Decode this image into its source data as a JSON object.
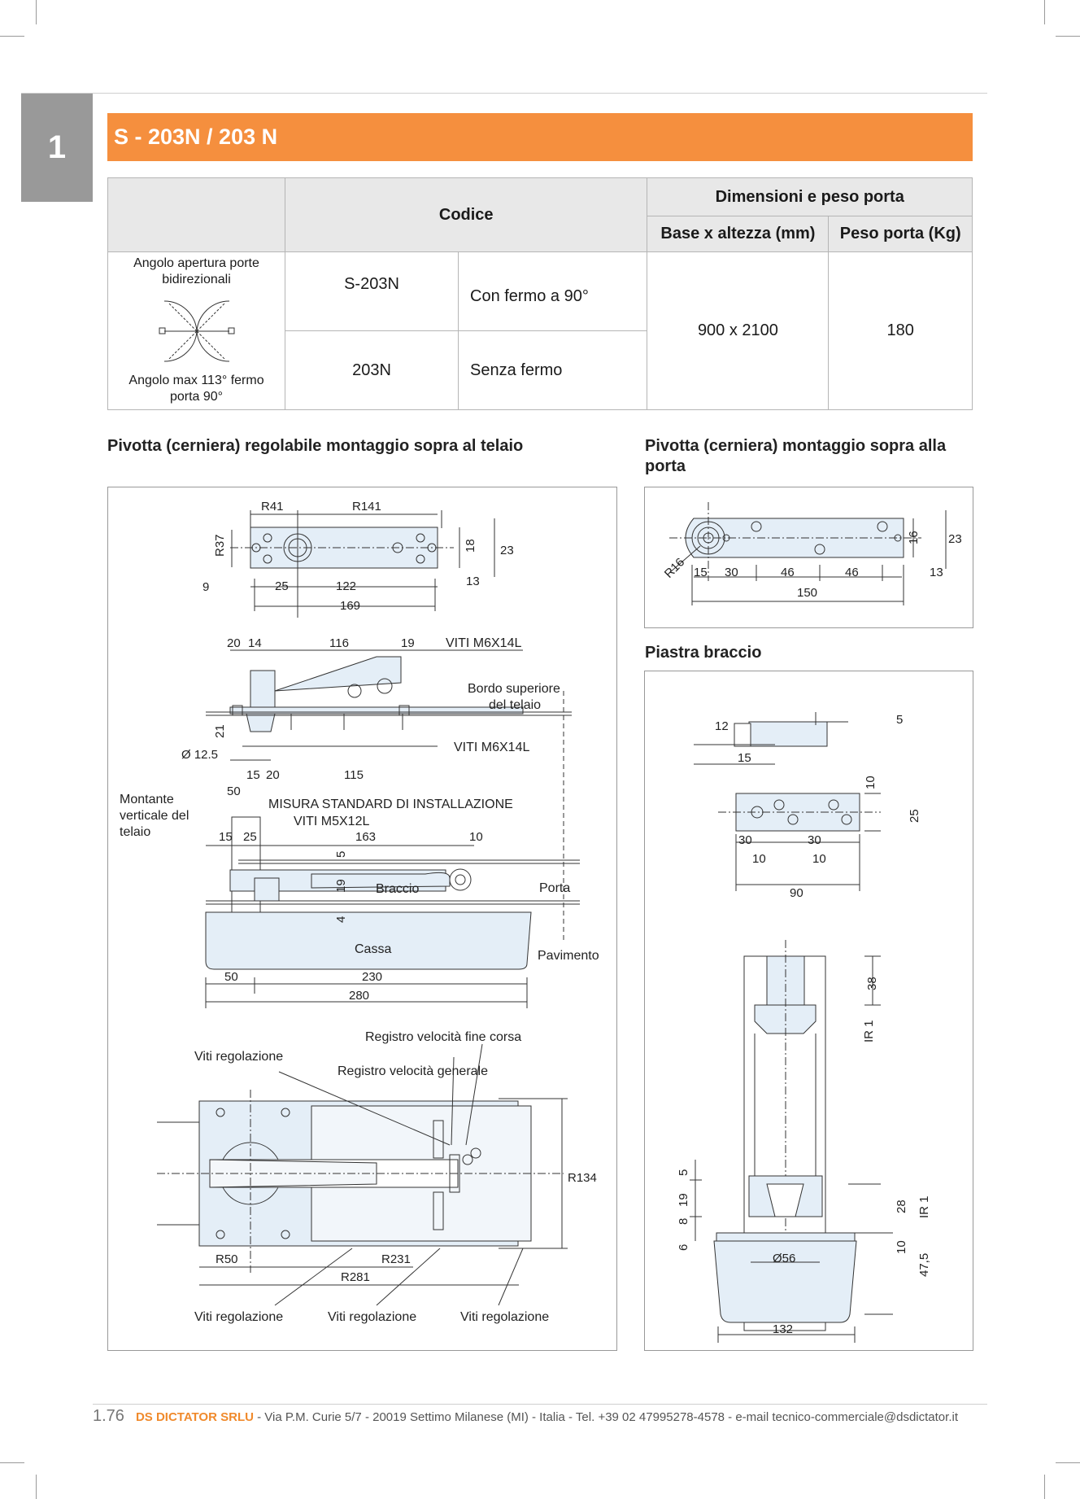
{
  "chapter": "1",
  "title": "S - 203N / 203 N",
  "table": {
    "codice_header": "Codice",
    "dimensions_header": "Dimensioni e peso porta",
    "size_header": "Base x altezza (mm)",
    "weight_header": "Peso porta (Kg)",
    "angle_top": "Angolo apertura porte bidirezionali",
    "angle_bottom": "Angolo max 113° fermo porta 90°",
    "rows": [
      {
        "code": "S-203N",
        "description": "Con fermo a 90°"
      },
      {
        "code": "203N",
        "description": "Senza fermo"
      }
    ],
    "size_value": "900 x 2100",
    "weight_value": "180"
  },
  "sections": {
    "left": "Pivotta (cerniera) regolabile montaggio sopra al telaio",
    "right_top": "Pivotta (cerniera) montaggio sopra alla porta",
    "right_bottom": "Piastra braccio"
  },
  "drawing_left": {
    "r41": "R41",
    "r141": "R141",
    "r37": "R37",
    "d18": "18",
    "d23": "23",
    "d9": "9",
    "d25": "25",
    "d122": "122",
    "d13": "13",
    "d169": "169",
    "d20": "20",
    "d14": "14",
    "d116": "116",
    "d19": "19",
    "viti_m6_top": "VITI M6X14L",
    "bordo": "Bordo superiore",
    "del_telaio": "del telaio",
    "d21": "21",
    "d125": "Ø 12.5",
    "viti_m6_bottom": "VITI M6X14L",
    "d15": "15",
    "d20b": "20",
    "d115": "115",
    "d50": "50",
    "montante_1": "Montante",
    "montante_2": "verticale del",
    "montante_3": "telaio",
    "misura": "MISURA STANDARD DI INSTALLAZIONE",
    "viti_m5": "VITI M5X12L",
    "d15b": "15",
    "d25b": "25",
    "d163": "163",
    "d10": "10",
    "d5": "5",
    "d19b": "19",
    "d4": "4",
    "braccio": "Braccio",
    "porta": "Porta",
    "cassa": "Cassa",
    "pavimento": "Pavimento",
    "d50b": "50",
    "d230": "230",
    "d280": "280",
    "reg_fine": "Registro velocità fine corsa",
    "viti_reg": "Viti regolazione",
    "reg_gen": "Registro velocità generale",
    "r134": "R134",
    "r50": "R50",
    "r231": "R231",
    "r281": "R281",
    "viti_reg_1": "Viti regolazione",
    "viti_reg_2": "Viti regolazione",
    "viti_reg_3": "Viti regolazione"
  },
  "drawing_right_top": {
    "r16": "R16",
    "d15": "15",
    "d30": "30",
    "d46a": "46",
    "d46b": "46",
    "d13": "13",
    "d16": "16",
    "d23": "23",
    "d150": "150"
  },
  "drawing_right_bottom": {
    "d12": "12",
    "d15": "15",
    "d5": "5",
    "d10": "10",
    "d25": "25",
    "d30a": "30",
    "d30b": "30",
    "d10a": "10",
    "d10b": "10",
    "d90": "90",
    "d38": "38",
    "ir1a": "IR 1",
    "d5b": "5",
    "d19": "19",
    "d8": "8",
    "d6": "6",
    "d28": "28",
    "ir1b": "IR 1",
    "d10c": "10",
    "d475": "47,5",
    "d56": "Ø56",
    "d132": "132"
  },
  "footer": {
    "page": "1.76",
    "company": "DS DICTATOR SRLU",
    "address": " - Via P.M. Curie 5/7 - 20019 Settimo Milanese (MI) - Italia - Tel. +39 02 47995278-4578 - e-mail tecnico-commerciale@dsdictator.it"
  },
  "colors": {
    "accent": "#f58f3e",
    "chapter_tab": "#999999",
    "part_fill": "#e4eef7"
  }
}
